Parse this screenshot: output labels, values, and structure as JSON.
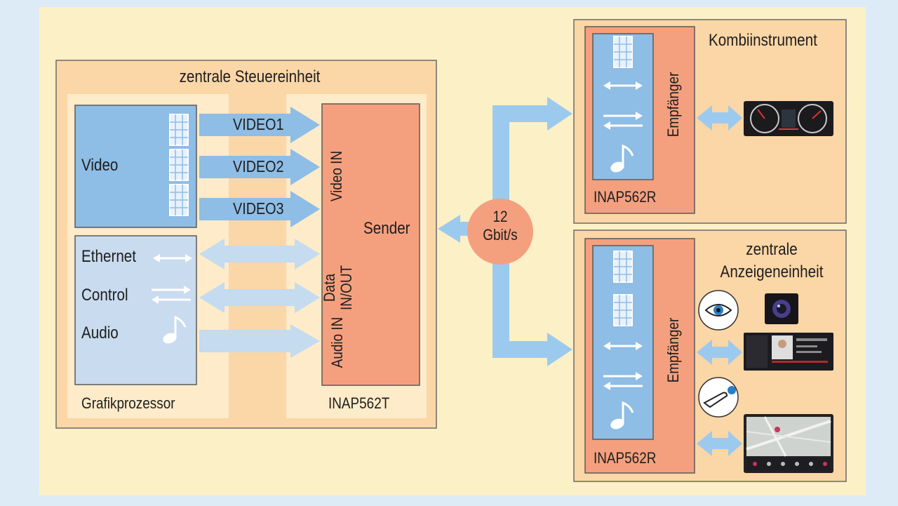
{
  "colors": {
    "page_bg": "#dcebf6",
    "panel_bg": "#fcf0c6",
    "unit_bg": "#fbd6a6",
    "unit_inner": "#fdebc9",
    "video_blue": "#8ebde6",
    "light_blue": "#c9dbee",
    "chip_orange": "#f4a07f",
    "arrow_blue": "#9ccaee",
    "arrow_light": "#c4dbf0"
  },
  "central_unit": {
    "title": "zentrale Steuereinheit",
    "video_label": "Video",
    "gpu_label": "Grafikprozessor",
    "ethernet_label": "Ethernet",
    "control_label": "Control",
    "audio_label": "Audio",
    "video_streams": [
      "VIDEO1",
      "VIDEO2",
      "VIDEO3"
    ],
    "sender_chip": {
      "name": "INAP562T",
      "label": "Sender",
      "port_video": "Video IN",
      "port_data": "Data IN/OUT",
      "port_audio": "Audio IN"
    }
  },
  "link": {
    "rate_value": "12",
    "rate_unit": "Gbit/s"
  },
  "receivers": [
    {
      "title": "Kombiinstrument",
      "chip_name": "INAP562R",
      "chip_label": "Empfänger"
    },
    {
      "title_line1": "zentrale",
      "title_line2": "Anzeigeneinheit",
      "chip_name": "INAP562R",
      "chip_label": "Empfänger"
    }
  ],
  "icons": {
    "film": "film-strip-icon",
    "ethernet": "bidirectional-arrow-icon",
    "control": "control-arrows-icon",
    "audio": "music-note-icon",
    "eye": "eye-icon",
    "camera": "camera-lens-icon",
    "touch": "touch-hand-icon",
    "cluster": "instrument-cluster-image",
    "call": "phone-call-screen-image",
    "map": "navigation-map-image"
  }
}
